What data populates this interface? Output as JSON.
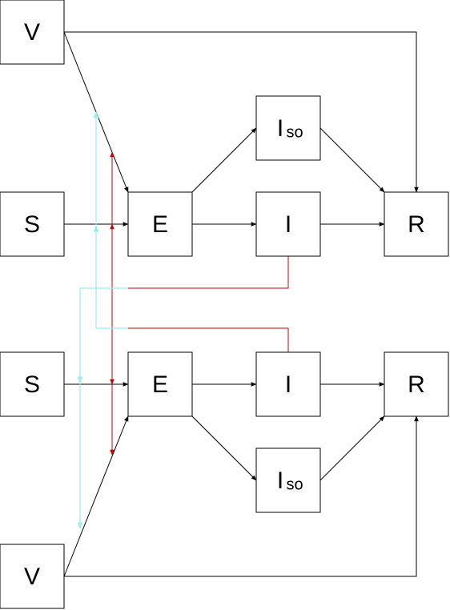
{
  "colors": {
    "line": "#000000",
    "red_link": "#cc0000",
    "cyan_link": "#99eeee"
  },
  "top": {
    "v": "V",
    "s": "S",
    "e": "E",
    "iso_main": "I",
    "iso_sub": "so",
    "i": "I",
    "r": "R"
  },
  "bottom": {
    "v": "V",
    "s": "S",
    "e": "E",
    "iso_main": "I",
    "iso_sub": "so",
    "i": "I",
    "r": "R"
  }
}
